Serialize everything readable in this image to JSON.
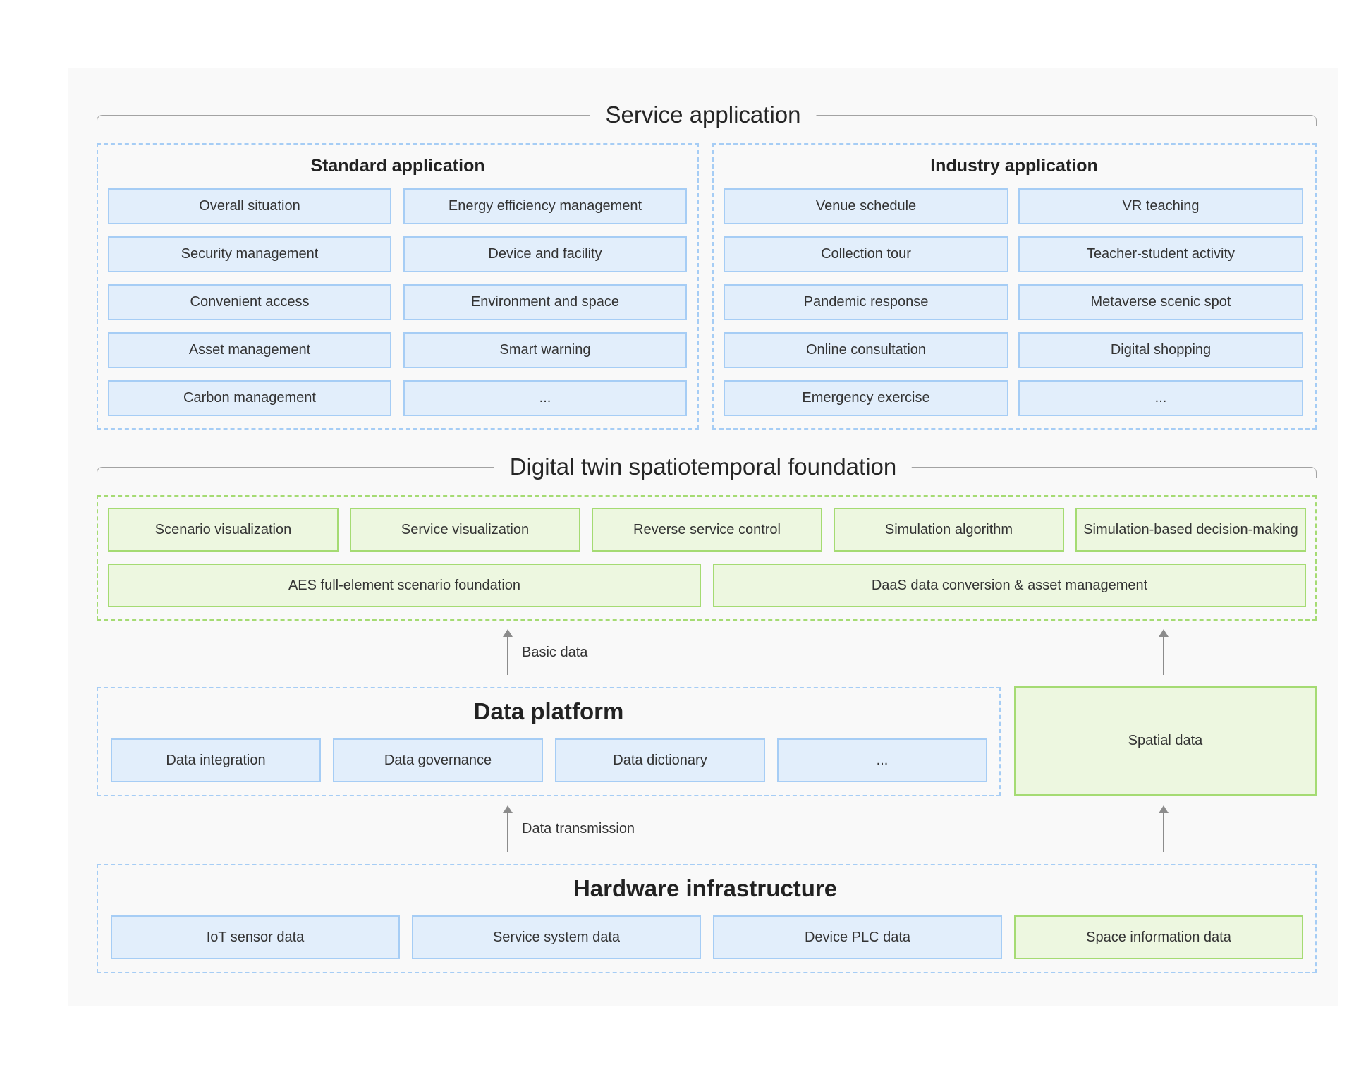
{
  "colors": {
    "blue_fill": "#e2eefb",
    "blue_border": "#a6cdf5",
    "green_fill": "#edf7e0",
    "green_border": "#a5db73",
    "canvas_bg": "#f9f9f9"
  },
  "service_application": {
    "title": "Service application",
    "standard": {
      "title": "Standard application",
      "items": [
        "Overall situation",
        "Energy efficiency management",
        "Security management",
        "Device and facility",
        "Convenient access",
        "Environment and space",
        "Asset management",
        "Smart warning",
        "Carbon management",
        "..."
      ]
    },
    "industry": {
      "title": "Industry application",
      "items": [
        "Venue schedule",
        "VR teaching",
        "Collection tour",
        "Teacher-student activity",
        "Pandemic response",
        "Metaverse scenic spot",
        "Online consultation",
        "Digital shopping",
        "Emergency exercise",
        "..."
      ]
    }
  },
  "foundation": {
    "title": "Digital twin spatiotemporal foundation",
    "row1": [
      "Scenario visualization",
      "Service visualization",
      "Reverse service control",
      "Simulation algorithm",
      "Simulation-based decision-making"
    ],
    "row2": [
      "AES full-element scenario foundation",
      "DaaS data conversion & asset management"
    ]
  },
  "arrows": {
    "basic_data": "Basic data",
    "data_transmission": "Data transmission"
  },
  "data_platform": {
    "title": "Data platform",
    "items": [
      "Data integration",
      "Data governance",
      "Data dictionary",
      "..."
    ]
  },
  "spatial_data": "Spatial data",
  "hardware": {
    "title": "Hardware infrastructure",
    "items": [
      "IoT sensor data",
      "Service system data",
      "Device PLC data",
      "Space information data"
    ]
  }
}
